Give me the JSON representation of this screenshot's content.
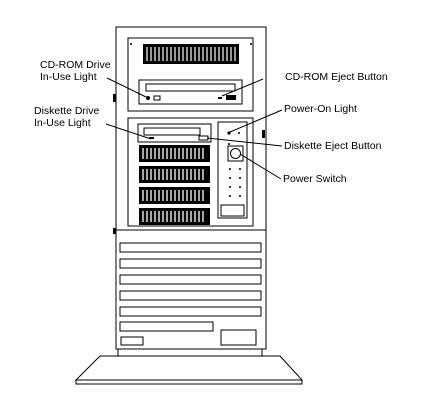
{
  "labels": {
    "cdrom_inuse_line1": "CD-ROM Drive",
    "cdrom_inuse_line2": "In-Use Light",
    "cdrom_eject": "CD-ROM Eject Button",
    "diskette_inuse_line1": "Diskette Drive",
    "diskette_inuse_line2": "In-Use Light",
    "power_on_light": "Power-On Light",
    "diskette_eject": "Diskette Eject Button",
    "power_switch": "Power Switch"
  },
  "colors": {
    "line": "#000000",
    "fill": "#000000",
    "background": "#ffffff"
  }
}
